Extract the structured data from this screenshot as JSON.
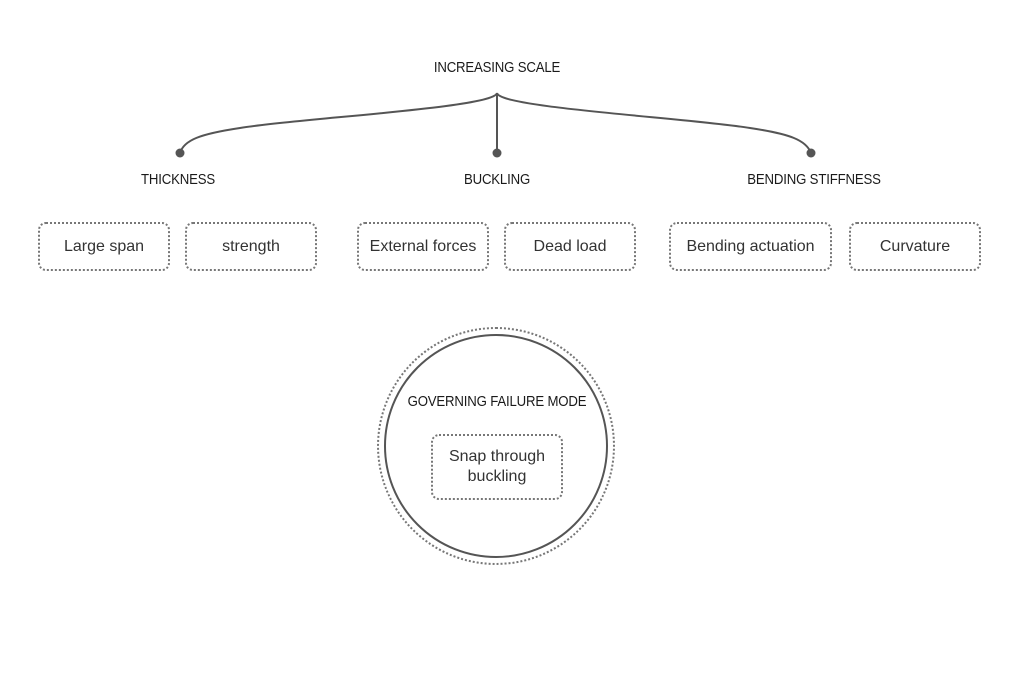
{
  "diagram": {
    "root_label": "INCREASING SCALE",
    "branches": [
      {
        "label": "THICKNESS",
        "items": [
          "Large span",
          "strength"
        ]
      },
      {
        "label": "BUCKLING",
        "items": [
          "External forces",
          "Dead load"
        ]
      },
      {
        "label": "BENDING STIFFNESS",
        "items": [
          "Bending actuation",
          "Curvature"
        ]
      }
    ],
    "result": {
      "label": "GOVERNING FAILURE MODE",
      "item": "Snap through buckling"
    }
  },
  "colors": {
    "line": "#555555",
    "node": "#555555",
    "dotted_border": "#777777",
    "text": "#222222"
  }
}
